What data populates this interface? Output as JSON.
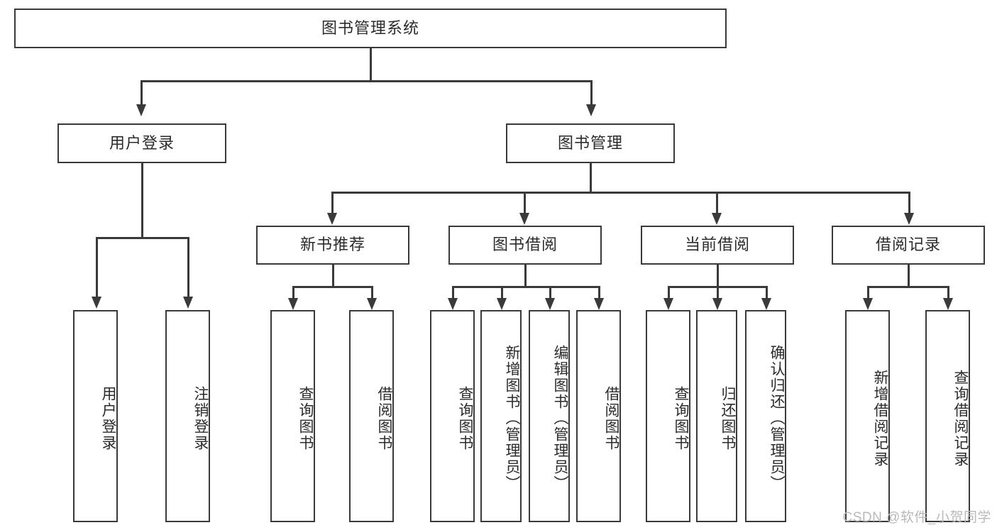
{
  "diagram": {
    "title": "图书管理系统",
    "type": "tree-hierarchy-chart",
    "root": {
      "id": "root",
      "label": "图书管理系统",
      "orientation": "horizontal"
    },
    "level1": [
      {
        "id": "user-login",
        "label": "用户登录",
        "orientation": "horizontal"
      },
      {
        "id": "book-manage",
        "label": "图书管理",
        "orientation": "horizontal"
      }
    ],
    "level2": [
      {
        "id": "new-book-recommend",
        "label": "新书推荐",
        "parent": "book-manage",
        "orientation": "horizontal"
      },
      {
        "id": "book-borrow",
        "label": "图书借阅",
        "parent": "book-manage",
        "orientation": "horizontal"
      },
      {
        "id": "current-borrow",
        "label": "当前借阅",
        "parent": "book-manage",
        "orientation": "horizontal"
      },
      {
        "id": "borrow-record",
        "label": "借阅记录",
        "parent": "book-manage",
        "orientation": "horizontal"
      }
    ],
    "leaves": [
      {
        "id": "leaf-user-login",
        "label": "用户登录",
        "parent": "user-login",
        "orientation": "vertical"
      },
      {
        "id": "leaf-logout-login",
        "label": "注销登录",
        "parent": "user-login",
        "orientation": "vertical"
      },
      {
        "id": "leaf-query-book-1",
        "label": "查询图书",
        "parent": "new-book-recommend",
        "orientation": "vertical"
      },
      {
        "id": "leaf-borrow-book-1",
        "label": "借阅图书",
        "parent": "new-book-recommend",
        "orientation": "vertical"
      },
      {
        "id": "leaf-query-book-2",
        "label": "查询图书",
        "parent": "book-borrow",
        "orientation": "vertical"
      },
      {
        "id": "leaf-add-book",
        "label": "新增图书（管理员）",
        "parent": "book-borrow",
        "orientation": "vertical"
      },
      {
        "id": "leaf-edit-book",
        "label": "编辑图书（管理员）",
        "parent": "book-borrow",
        "orientation": "vertical"
      },
      {
        "id": "leaf-borrow-book-2",
        "label": "借阅图书",
        "parent": "book-borrow",
        "orientation": "vertical"
      },
      {
        "id": "leaf-query-book-3",
        "label": "查询图书",
        "parent": "current-borrow",
        "orientation": "vertical"
      },
      {
        "id": "leaf-return-book",
        "label": "归还图书",
        "parent": "current-borrow",
        "orientation": "vertical"
      },
      {
        "id": "leaf-confirm-return",
        "label": "确认归还（管理员）",
        "parent": "current-borrow",
        "orientation": "vertical"
      },
      {
        "id": "leaf-add-borrow-record",
        "label": "新增借阅记录",
        "parent": "borrow-record",
        "orientation": "vertical"
      },
      {
        "id": "leaf-query-borrow-record",
        "label": "查询借阅记录",
        "parent": "borrow-record",
        "orientation": "vertical"
      }
    ],
    "colors": {
      "border": "#3a3a3a",
      "text": "#2b2b2b",
      "background": "#ffffff",
      "watermark": "#b9b9b9"
    }
  },
  "watermark": {
    "text": "CSDN @软件_小贺同学"
  }
}
